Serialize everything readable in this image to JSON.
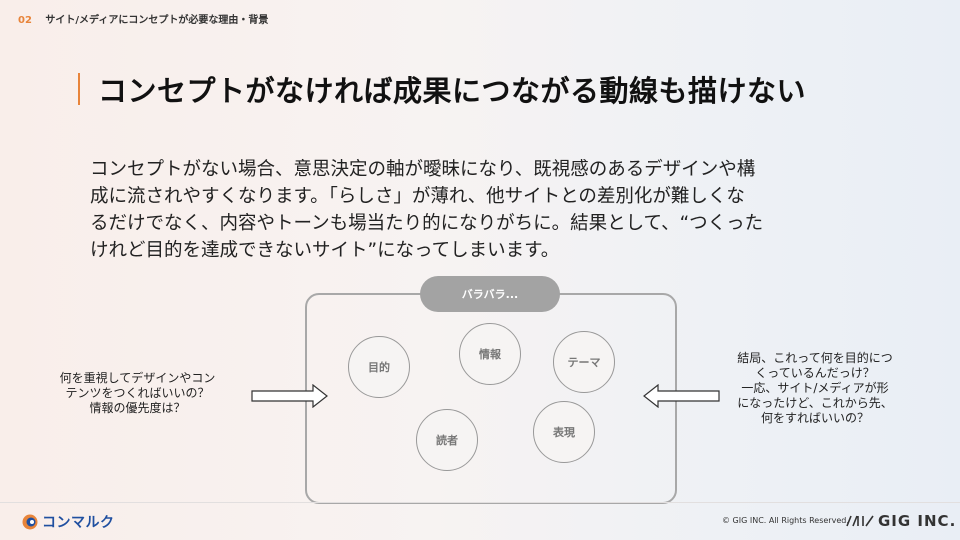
{
  "header": {
    "page_number": "02",
    "section": "サイト/メディアにコンセプトが必要な理由・背景"
  },
  "title": "コンセプトがなければ成果につながる動線も描けない",
  "body_lines": [
    "コンセプトがない場合、意思決定の軸が曖昧になり、既視感のあるデザインや構",
    "成に流されやすくなります。「らしさ」が薄れ、他サイトとの差別化が難しくな",
    "るだけでなく、内容やトーンも場当たり的になりがちに。結果として、“つくった",
    "けれど目的を達成できないサイト”になってしまいます。"
  ],
  "diagram": {
    "pill": "バラバラ...",
    "circles": [
      "目的",
      "情報",
      "テーマ",
      "読者",
      "表現"
    ]
  },
  "left_lines": [
    "何を重視してデザインやコン",
    "テンツをつくればいいの？",
    "情報の優先度は？"
  ],
  "right_lines": [
    "結局、これって何を目的につ",
    "くっているんだっけ？",
    "一応、サイト/メディアが形",
    "になったけど、これから先、",
    "何をすればいいの？"
  ],
  "footer": {
    "logo_text": "コンマルク",
    "copyright": "© GIG INC. All Rights Reserved.",
    "company": "GIG INC."
  },
  "colors": {
    "accent": "#e8843a",
    "brand": "#1f4fa0",
    "pill": "#a3a3a3"
  }
}
